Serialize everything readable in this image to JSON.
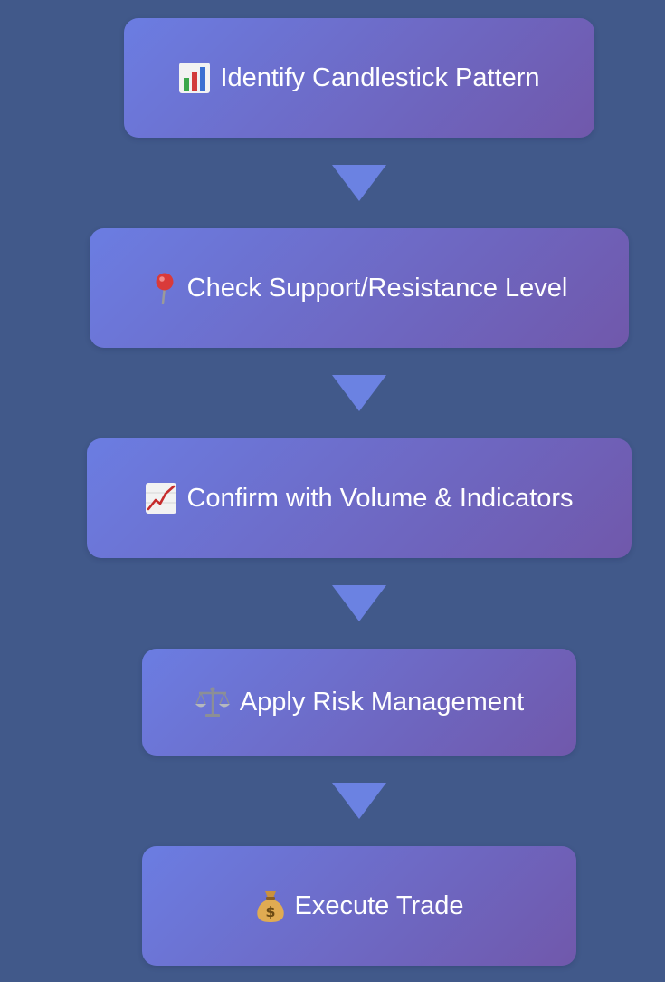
{
  "flow": {
    "steps": [
      {
        "icon": "bar-chart-icon",
        "label": "Identify Candlestick Pattern"
      },
      {
        "icon": "round-pushpin-icon",
        "label": "Check Support/Resistance Level"
      },
      {
        "icon": "trending-up-chart-icon",
        "label": "Confirm with Volume & Indicators"
      },
      {
        "icon": "balance-scale-icon",
        "label": "Apply Risk Management"
      },
      {
        "icon": "money-bag-icon",
        "label": "Execute Trade"
      }
    ]
  },
  "colors": {
    "background": "#41598a",
    "box_gradient_start": "#6b7de2",
    "box_gradient_end": "#7058ab",
    "arrow": "#6b82e2",
    "text": "#ffffff"
  }
}
